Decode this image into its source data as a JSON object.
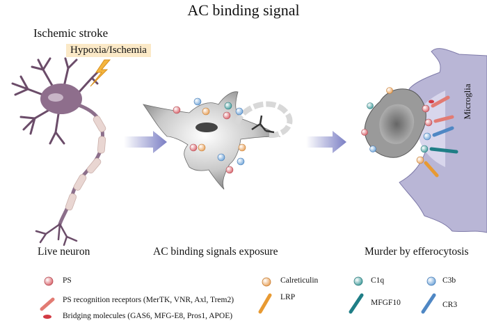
{
  "title": "AC binding signal",
  "trigger": {
    "label": "Ischemic stroke",
    "callout": "Hypoxia/Ischemia"
  },
  "stages": [
    {
      "label": "Live neuron"
    },
    {
      "label": "AC binding signals exposure"
    },
    {
      "label": "Murder by efferocytosis"
    }
  ],
  "cell_label": "Microglia",
  "legend": [
    {
      "label": "PS",
      "icon": "ps-ball-icon",
      "color": "#d9626a"
    },
    {
      "label": "PS recognition receptors (MerTK, VNR, Axl, Trem2)",
      "icon": "receptor-icon",
      "color": "#e27b73"
    },
    {
      "label": "Bridging molecules (GAS6, MFG-E8, Pros1, APOE)",
      "icon": "bridge-icon",
      "color": "#d23a43"
    },
    {
      "label": "Calreticulin",
      "icon": "calreticulin-ball-icon",
      "color": "#e8a15a"
    },
    {
      "label": "LRP",
      "icon": "lrp-receptor-icon",
      "color": "#e89a32"
    },
    {
      "label": "C1q",
      "icon": "c1q-ball-icon",
      "color": "#3f9b9b"
    },
    {
      "label": "MFGF10",
      "icon": "mfgf10-receptor-icon",
      "color": "#1f7e86"
    },
    {
      "label": "C3b",
      "icon": "c3b-ball-icon",
      "color": "#6fa4d8"
    },
    {
      "label": "CR3",
      "icon": "cr3-receptor-icon",
      "color": "#4f87c4"
    }
  ],
  "colors": {
    "neuron": "#7a5a78",
    "microglia": "#b9b6d6",
    "arrow": "#7b7fc4"
  }
}
